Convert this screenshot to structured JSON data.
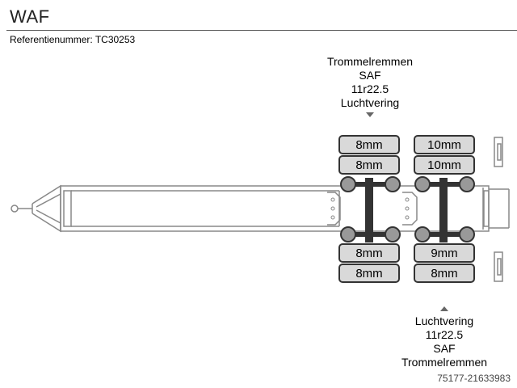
{
  "header": {
    "title": "WAF",
    "reference": "Referentienummer: TC30253"
  },
  "axle_info_top": {
    "lines": [
      "Trommelremmen",
      "SAF",
      "11r22.5",
      "Luchtvering"
    ]
  },
  "axle_info_bottom": {
    "lines": [
      "Luchtvering",
      "11r22.5",
      "SAF",
      "Trommelremmen"
    ]
  },
  "tires": {
    "axle1": {
      "top_outer": "8mm",
      "top_inner": "8mm",
      "bottom_inner": "8mm",
      "bottom_outer": "8mm"
    },
    "axle2": {
      "top_outer": "10mm",
      "top_inner": "10mm",
      "bottom_inner": "9mm",
      "bottom_outer": "8mm"
    }
  },
  "colors": {
    "frame_stroke": "#888888",
    "tire_fill": "#d9d9d9",
    "axle_fill": "#333333",
    "hub_fill": "#999999"
  },
  "footer": {
    "watermark": "75177-21633983"
  }
}
